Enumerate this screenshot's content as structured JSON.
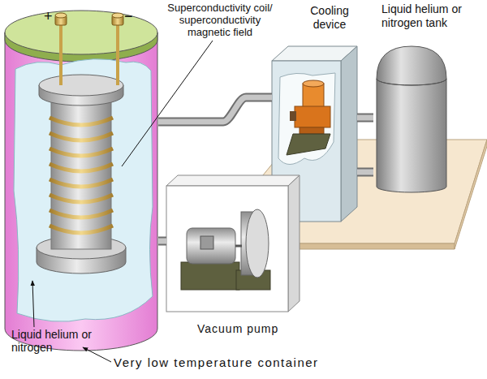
{
  "diagram": {
    "nodes": [
      {
        "text": [
          "Very low temperature container"
        ]
      },
      {
        "text": [
          "Cooling device"
        ]
      },
      {
        "text": [
          "Liquid helium or nitrogen tank"
        ]
      },
      {
        "text": [
          "Vacuum pump"
        ]
      }
    ],
    "edges": [
      {
        "from": 0,
        "to": 1,
        "arrow": "none"
      },
      {
        "from": 1,
        "to": 2,
        "arrow": "none"
      },
      {
        "from": 1,
        "to": 2,
        "arrow": "none"
      },
      {
        "from": 0,
        "to": 3,
        "arrow": "none"
      }
    ],
    "labels": [
      "+",
      "−",
      "Superconductivity coil/ superconductivity magnetic field",
      "Liquid helium or nitrogen"
    ]
  }
}
